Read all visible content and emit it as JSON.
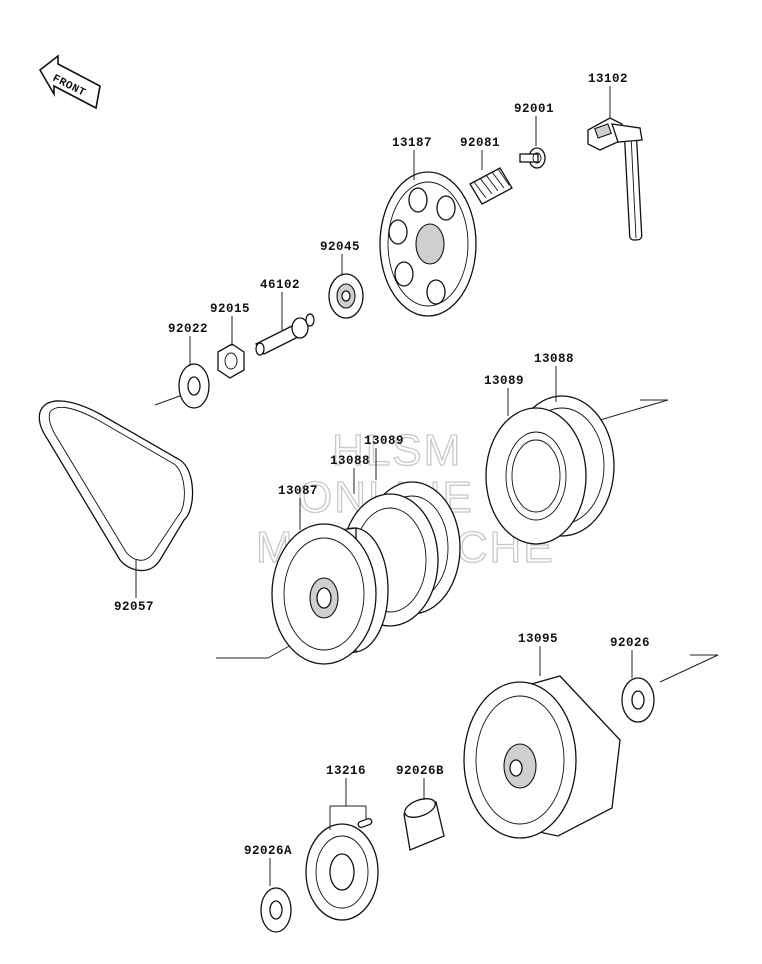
{
  "diagram": {
    "front_marker": "FRONT",
    "watermark": [
      "HLSM",
      "ONLINE",
      "MICROFICHE"
    ],
    "part_labels": [
      {
        "id": "13102",
        "text": "13102"
      },
      {
        "id": "92001",
        "text": "92001"
      },
      {
        "id": "13187",
        "text": "13187"
      },
      {
        "id": "92081",
        "text": "92081"
      },
      {
        "id": "92045",
        "text": "92045"
      },
      {
        "id": "46102",
        "text": "46102"
      },
      {
        "id": "92015",
        "text": "92015"
      },
      {
        "id": "92022",
        "text": "92022"
      },
      {
        "id": "13088a",
        "text": "13088"
      },
      {
        "id": "13089a",
        "text": "13089"
      },
      {
        "id": "13089b",
        "text": "13089"
      },
      {
        "id": "13088b",
        "text": "13088"
      },
      {
        "id": "13087",
        "text": "13087"
      },
      {
        "id": "92057",
        "text": "92057"
      },
      {
        "id": "13095",
        "text": "13095"
      },
      {
        "id": "92026",
        "text": "92026"
      },
      {
        "id": "13216",
        "text": "13216"
      },
      {
        "id": "92026B",
        "text": "92026B"
      },
      {
        "id": "92026A",
        "text": "92026A"
      }
    ]
  }
}
